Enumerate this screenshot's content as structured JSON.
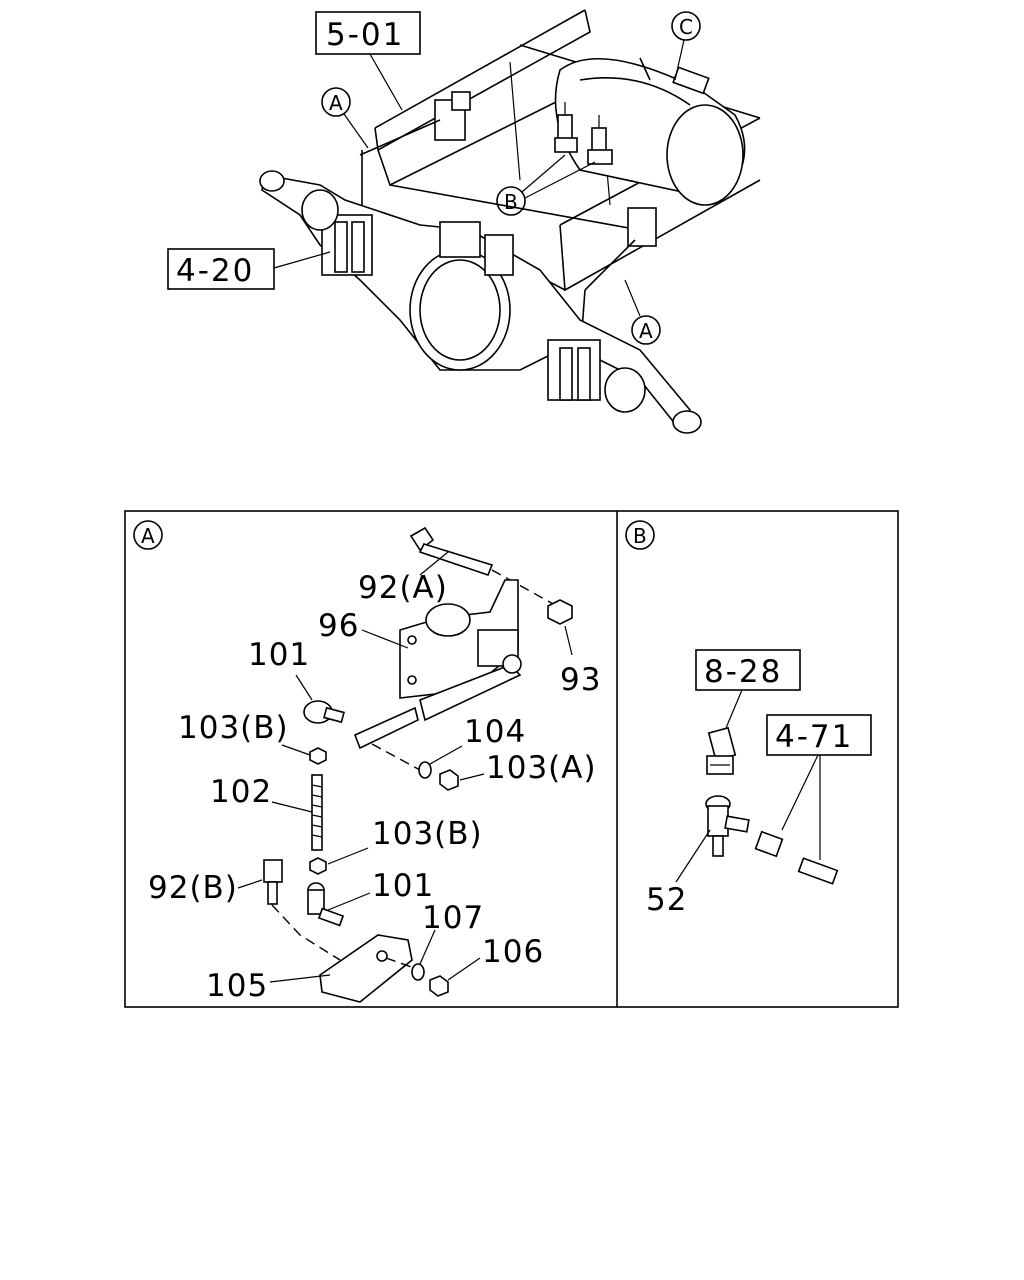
{
  "overview": {
    "ref_5_01": "5-01",
    "ref_4_20": "4-20",
    "callout_a_1": "A",
    "callout_a_2": "A",
    "callout_b": "B",
    "callout_c": "C"
  },
  "detail_a": {
    "panel_tag": "A",
    "p92a": "92(A)",
    "p96": "96",
    "p93": "93",
    "p101_top": "101",
    "p103b_top": "103(B)",
    "p104": "104",
    "p103a": "103(A)",
    "p102": "102",
    "p103b_mid": "103(B)",
    "p92b": "92(B)",
    "p101_bottom": "101",
    "p107": "107",
    "p106": "106",
    "p105": "105"
  },
  "detail_b": {
    "panel_tag": "B",
    "ref_8_28": "8-28",
    "ref_4_71": "4-71",
    "p52": "52"
  }
}
